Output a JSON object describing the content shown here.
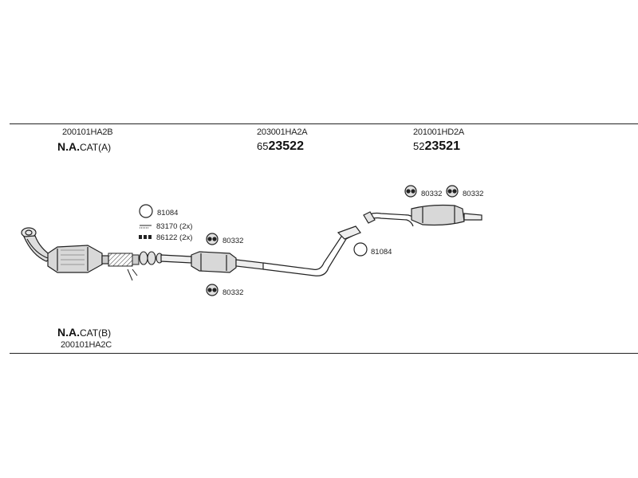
{
  "top_labels": {
    "left": {
      "code": "200101HA2B",
      "main": "N.A.",
      "suffix": "CAT(A)"
    },
    "middle": {
      "code": "203001HA2A",
      "prefix": "65",
      "main": "23522"
    },
    "right": {
      "code": "201001HD2A",
      "prefix": "52",
      "main": "23521"
    }
  },
  "bottom_label": {
    "main": "N.A.",
    "suffix": "CAT(B)",
    "code": "200101HA2C"
  },
  "parts": {
    "ring_81084_a": "81084",
    "bolt_83170": "83170 (2x)",
    "nut_86122": "86122 (2x)",
    "hanger_80332_a": "80332",
    "hanger_80332_b": "80332",
    "ring_81084_b": "81084",
    "hanger_80332_c": "80332",
    "hanger_80332_d": "80332"
  },
  "colors": {
    "line": "#222222",
    "part_fill": "#d8d8d8",
    "background": "#ffffff"
  }
}
